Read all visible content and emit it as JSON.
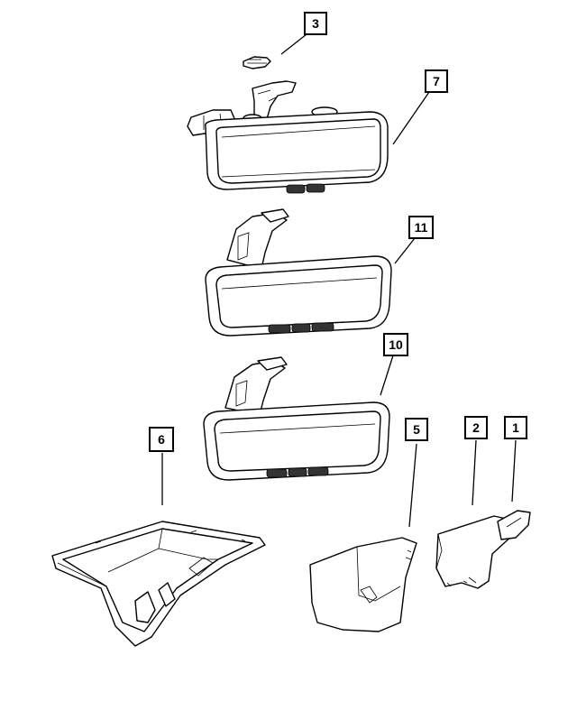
{
  "callouts": [
    {
      "id": "3",
      "label": "3"
    },
    {
      "id": "7",
      "label": "7"
    },
    {
      "id": "11",
      "label": "11"
    },
    {
      "id": "10",
      "label": "10"
    },
    {
      "id": "6",
      "label": "6"
    },
    {
      "id": "5",
      "label": "5"
    },
    {
      "id": "2",
      "label": "2"
    },
    {
      "id": "1",
      "label": "1"
    }
  ],
  "colors": {
    "line": "#000000",
    "background": "#ffffff",
    "button": "#333333"
  }
}
